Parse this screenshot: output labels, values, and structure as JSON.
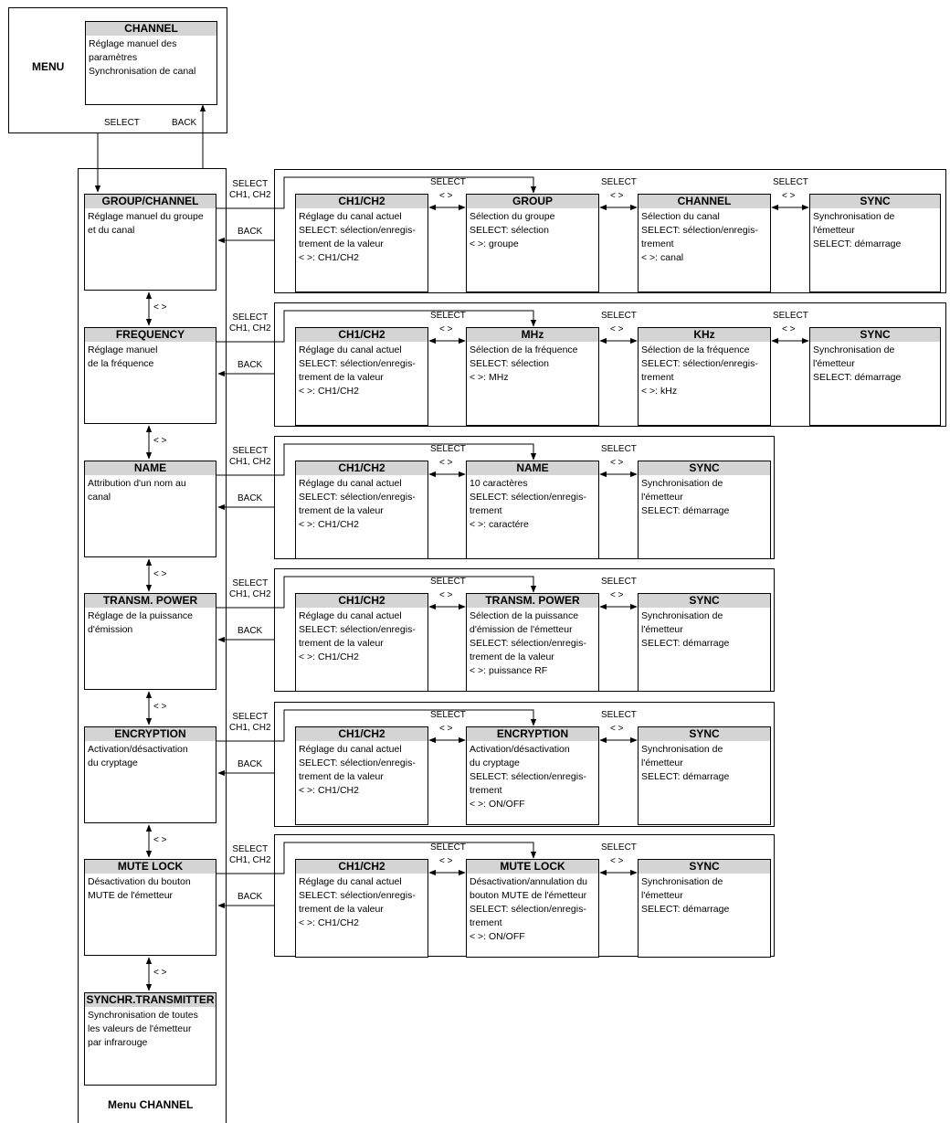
{
  "menu": {
    "label": "MENU",
    "select": "SELECT",
    "back": "BACK",
    "box": {
      "title": "CHANNEL",
      "text": "Réglage manuel des\nparamètres\nSynchronisation de canal"
    }
  },
  "column_title": "Menu CHANNEL",
  "labels": {
    "select": "SELECT",
    "select_ch": "SELECT\nCH1, CH2",
    "back": "BACK",
    "nav": "< >"
  },
  "rows": [
    {
      "title": "GROUP/CHANNEL",
      "text": "Réglage manuel du groupe\net du canal",
      "boxes": [
        {
          "title": "CH1/CH2",
          "text": "Réglage du canal actuel\nSELECT: sélection/enregis-\ntrement de la valeur\n< >: CH1/CH2"
        },
        {
          "title": "GROUP",
          "text": "Sélection du groupe\nSELECT: sélection\n< >: groupe"
        },
        {
          "title": "CHANNEL",
          "text": "Sélection du canal\nSELECT: sélection/enregis-\ntrement\n< >: canal"
        },
        {
          "title": "SYNC",
          "text": "Synchronisation de\nl'émetteur\nSELECT: démarrage"
        }
      ]
    },
    {
      "title": "FREQUENCY",
      "text": "Réglage manuel\nde la fréquence",
      "boxes": [
        {
          "title": "CH1/CH2",
          "text": "Réglage du canal actuel\nSELECT: sélection/enregis-\ntrement de la valeur\n< >: CH1/CH2"
        },
        {
          "title": "MHz",
          "text": "Sélection de la fréquence\nSELECT: sélection\n< >: MHz"
        },
        {
          "title": "KHz",
          "text": "Sélection de la fréquence\nSELECT: sélection/enregis-\ntrement\n< >: kHz"
        },
        {
          "title": "SYNC",
          "text": "Synchronisation de\nl'émetteur\nSELECT: démarrage"
        }
      ]
    },
    {
      "title": "NAME",
      "text": "Attribution d'un nom au\ncanal",
      "boxes": [
        {
          "title": "CH1/CH2",
          "text": "Réglage du canal actuel\nSELECT: sélection/enregis-\ntrement de la valeur\n< >: CH1/CH2"
        },
        {
          "title": "NAME",
          "text": "10 caractères\nSELECT: sélection/enregis-\ntrement\n< >: caractére"
        },
        {
          "title": "SYNC",
          "text": "Synchronisation de\nl'émetteur\nSELECT: démarrage"
        }
      ]
    },
    {
      "title": "TRANSM. POWER",
      "text": "Réglage de la puissance\nd'émission",
      "boxes": [
        {
          "title": "CH1/CH2",
          "text": "Réglage du canal actuel\nSELECT: sélection/enregis-\ntrement de la valeur\n< >: CH1/CH2"
        },
        {
          "title": "TRANSM. POWER",
          "text": "Sélection de la puissance\nd'émission de l'émetteur\nSELECT: sélection/enregis-\ntrement de la valeur\n< >: puissance RF"
        },
        {
          "title": "SYNC",
          "text": "Synchronisation de\nl'émetteur\nSELECT: démarrage"
        }
      ]
    },
    {
      "title": "ENCRYPTION",
      "text": "Activation/désactivation\ndu cryptage",
      "boxes": [
        {
          "title": "CH1/CH2",
          "text": "Réglage du canal actuel\nSELECT: sélection/enregis-\ntrement de la valeur\n< >: CH1/CH2"
        },
        {
          "title": "ENCRYPTION",
          "text": "Activation/désactivation\ndu cryptage\nSELECT: sélection/enregis-\ntrement\n< >: ON/OFF"
        },
        {
          "title": "SYNC",
          "text": "Synchronisation de\nl'émetteur\nSELECT: démarrage"
        }
      ]
    },
    {
      "title": "MUTE LOCK",
      "text": "Désactivation du bouton\nMUTE de l'émetteur",
      "boxes": [
        {
          "title": "CH1/CH2",
          "text": "Réglage du canal actuel\nSELECT: sélection/enregis-\ntrement de la valeur\n< >: CH1/CH2"
        },
        {
          "title": "MUTE LOCK",
          "text": "Désactivation/annulation du\nbouton MUTE de l'émetteur\nSELECT: sélection/enregis-\ntrement\n< >: ON/OFF"
        },
        {
          "title": "SYNC",
          "text": "Synchronisation de\nl'émetteur\nSELECT: démarrage"
        }
      ]
    },
    {
      "title": "SYNCHR.TRANSMITTER",
      "text": "Synchronisation de toutes\nles valeurs de l'émetteur\npar infrarouge",
      "boxes": []
    }
  ]
}
